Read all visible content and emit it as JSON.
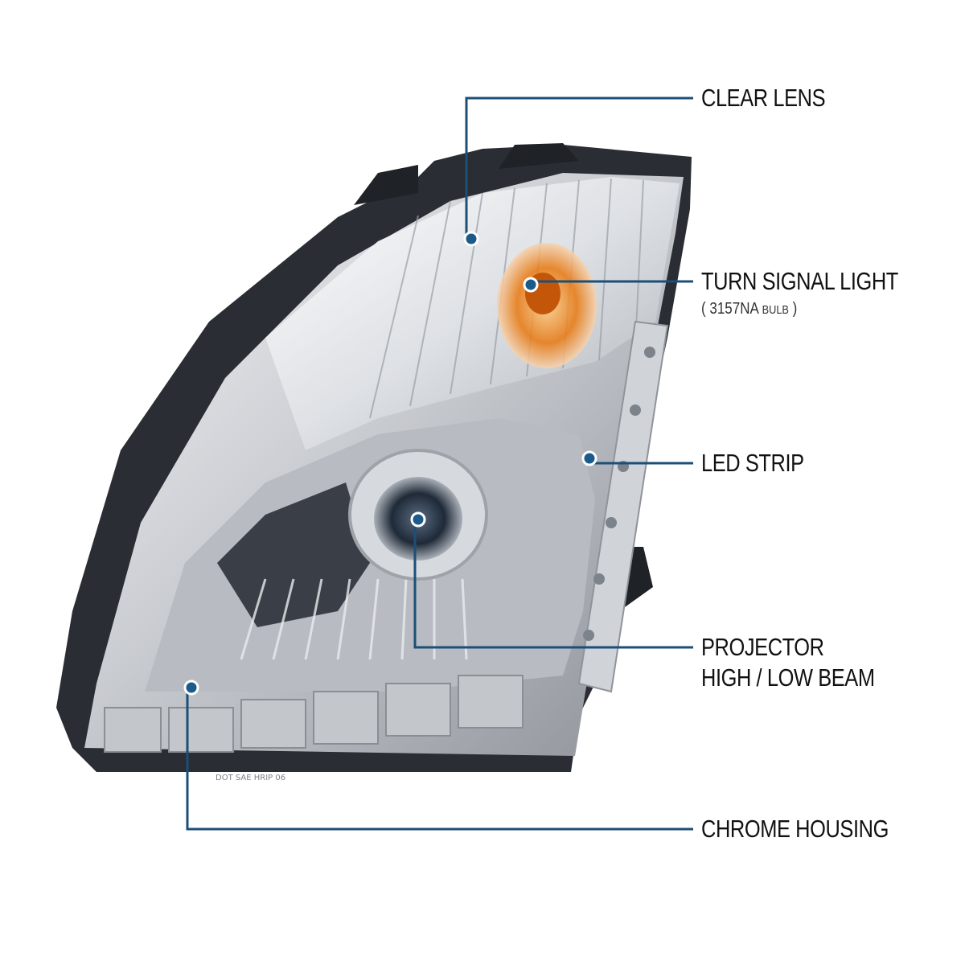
{
  "callouts": {
    "clear_lens": "CLEAR LENS",
    "turn_signal": "TURN SIGNAL LIGHT",
    "turn_signal_note_open": "(",
    "turn_signal_note_bulb": "3157NA",
    "turn_signal_note_word": "BULB",
    "turn_signal_note_close": ")",
    "led_strip": "LED STRIP",
    "projector_line1": "PROJECTOR",
    "projector_line2": "HIGH / LOW BEAM",
    "chrome_housing": "CHROME HOUSING"
  },
  "housing_marking": "DOT SAE HRIP 06",
  "colors": {
    "callout_line": "#1c4f78",
    "callout_dot": "#1c5a8a",
    "label_text": "#111111",
    "amber": "#e8780f",
    "chrome": "#c9ccd1",
    "housing_dark": "#2a2d33"
  }
}
